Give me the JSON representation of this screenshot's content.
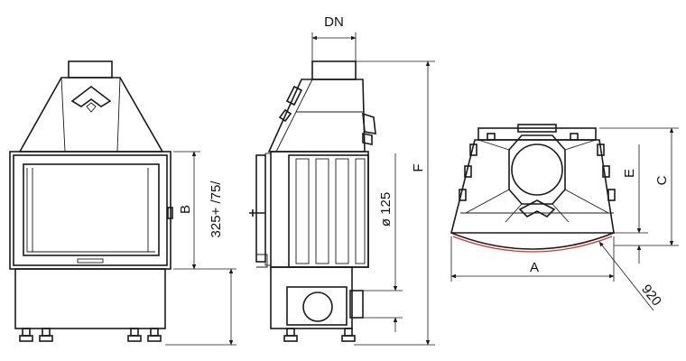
{
  "labels": {
    "dn": "DN",
    "b": "B",
    "b_offset": "325+ /75/",
    "f": "F",
    "diameter": "ø 125",
    "e": "E",
    "c": "C",
    "a": "A",
    "radius": "920"
  },
  "colors": {
    "line": "#1a1a1a",
    "arc": "#d4322b",
    "background": "#ffffff"
  }
}
